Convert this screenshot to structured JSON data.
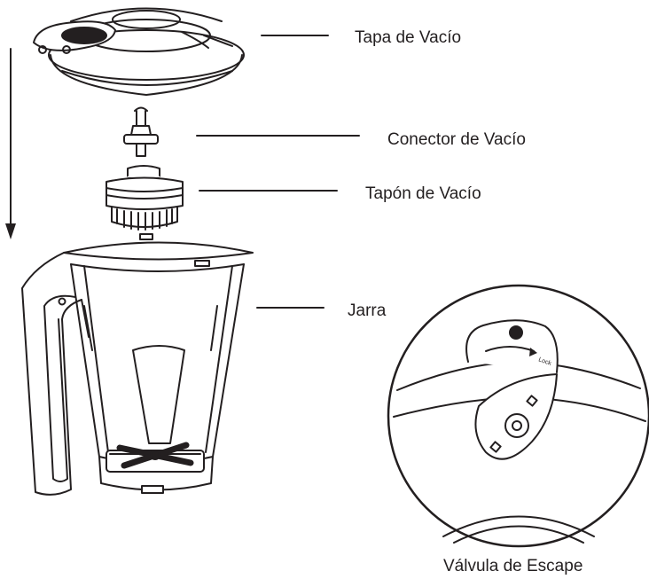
{
  "labels": {
    "lid": "Tapa de Vacío",
    "connector": "Conector de Vacío",
    "plug": "Tapón de Vacío",
    "jar": "Jarra",
    "valve": "Válvula de Escape"
  },
  "detail": {
    "lock_text": "Lock"
  },
  "colors": {
    "line": "#231f20",
    "background": "#ffffff"
  }
}
